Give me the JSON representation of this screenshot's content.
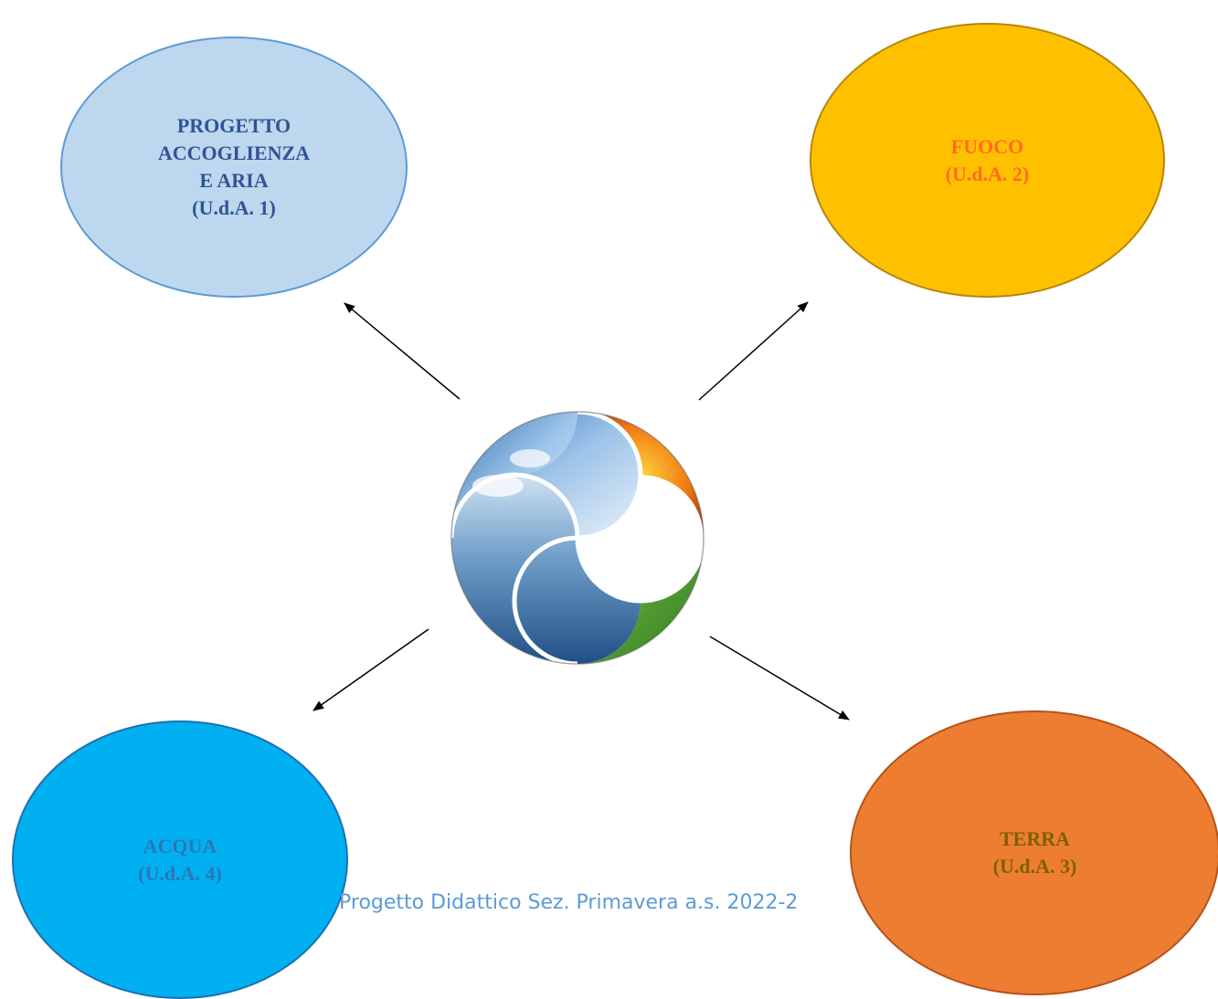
{
  "diagram": {
    "nodes": [
      {
        "id": "aria",
        "label": "PROGETTO\nACCOGLIENZA\nE ARIA\n(U.d.A. 1)",
        "fill": "#bdd7ee",
        "text_color": "#2f5496"
      },
      {
        "id": "fuoco",
        "label": "FUOCO\n(U.d.A. 2)",
        "fill": "#ffc000",
        "text_color": "#ff6d1f"
      },
      {
        "id": "terra",
        "label": "TERRA\n(U.d.A. 3)",
        "fill": "#ed7d31",
        "text_color": "#7f6000"
      },
      {
        "id": "acqua",
        "label": "ACQUA\n(U.d.A. 4)",
        "fill": "#00b0f0",
        "text_color": "#2e75b6"
      }
    ],
    "center_image": "four-elements-emblem",
    "footer": "Progetto Didattico Sez. Primavera a.s. 2022-2"
  }
}
